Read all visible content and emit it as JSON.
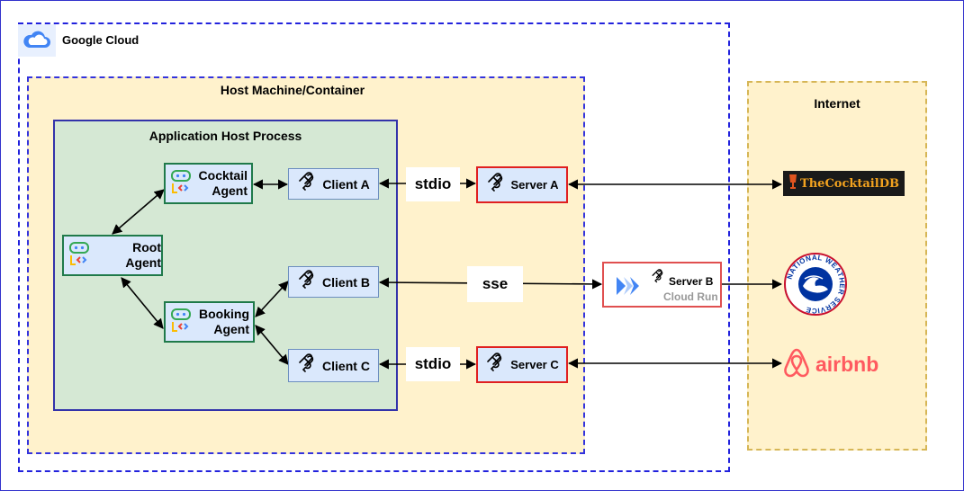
{
  "containers": {
    "google_cloud": "Google Cloud",
    "host": "Host Machine/Container",
    "app": "Application Host Process",
    "internet": "Internet"
  },
  "agents": {
    "root": "Root Agent",
    "cocktail": [
      "Cocktail",
      "Agent"
    ],
    "booking": [
      "Booking",
      "Agent"
    ]
  },
  "clients": {
    "a": "Client A",
    "b": "Client B",
    "c": "Client C"
  },
  "servers": {
    "a": "Server A",
    "b": "Server B",
    "b_sub": "Cloud Run",
    "c": "Server C"
  },
  "protocols": {
    "a": "stdio",
    "b": "sse",
    "c": "stdio"
  },
  "external": {
    "cocktaildb": "TheCocktailDB",
    "weather": "NATIONAL WEATHER SERVICE",
    "airbnb": "airbnb"
  },
  "colors": {
    "host_fill": "#fff2cc",
    "app_fill": "#d5e8d4",
    "node_fill": "#dae8fc",
    "server_border": "#e02020",
    "agent_border": "#1f7a4a",
    "airbnb": "#ff5a5f"
  },
  "icons": {
    "agent": "agent-robot-code-icon",
    "mcp": "mcp-icon",
    "cloud": "google-cloud-icon",
    "cloud_run": "cloud-run-icon"
  }
}
